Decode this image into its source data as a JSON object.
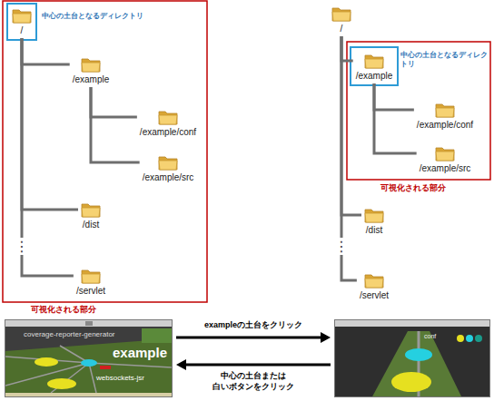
{
  "diagram": {
    "nodes": [
      {
        "text": [
          "/"
        ]
      },
      {
        "text": [
          "/example"
        ]
      },
      {
        "text": [
          "/example/conf"
        ]
      },
      {
        "text": [
          "/example/src"
        ]
      },
      {
        "text": [
          "/dist"
        ]
      },
      {
        "text": [
          "/servlet"
        ]
      },
      {
        "text": [
          "/"
        ]
      },
      {
        "text": [
          "/example"
        ]
      },
      {
        "text": [
          "/example/conf"
        ]
      },
      {
        "text": [
          "/example/src"
        ]
      },
      {
        "text": [
          "/dist"
        ]
      },
      {
        "text": [
          "/servlet"
        ]
      },
      {
        "text": [
          "coverage-reporter-generator",
          "example",
          "websockets-jsr"
        ]
      },
      {
        "text": [
          "conf"
        ]
      }
    ],
    "edges": [
      {
        "from": 0,
        "to": 1,
        "arrow": "none"
      },
      {
        "from": 1,
        "to": 2,
        "arrow": "none"
      },
      {
        "from": 1,
        "to": 3,
        "arrow": "none"
      },
      {
        "from": 0,
        "to": 4,
        "arrow": "none"
      },
      {
        "from": 0,
        "to": 5,
        "arrow": "none"
      },
      {
        "from": 6,
        "to": 7,
        "arrow": "none"
      },
      {
        "from": 7,
        "to": 8,
        "arrow": "none"
      },
      {
        "from": 7,
        "to": 9,
        "arrow": "none"
      },
      {
        "from": 6,
        "to": 10,
        "arrow": "none"
      },
      {
        "from": 6,
        "to": 11,
        "arrow": "none"
      },
      {
        "from": 12,
        "to": 13,
        "label": "exampleの土台をクリック",
        "arrow": "to"
      },
      {
        "from": 13,
        "to": 12,
        "label": "中心の土台または 白いボタンをクリック",
        "arrow": "to"
      }
    ],
    "labels": [
      "中心の土台となるディレクトリ",
      "可視化される部分",
      "⋮",
      "中心の土台となるディレクトリ",
      "可視化される部分",
      "⋮"
    ]
  }
}
